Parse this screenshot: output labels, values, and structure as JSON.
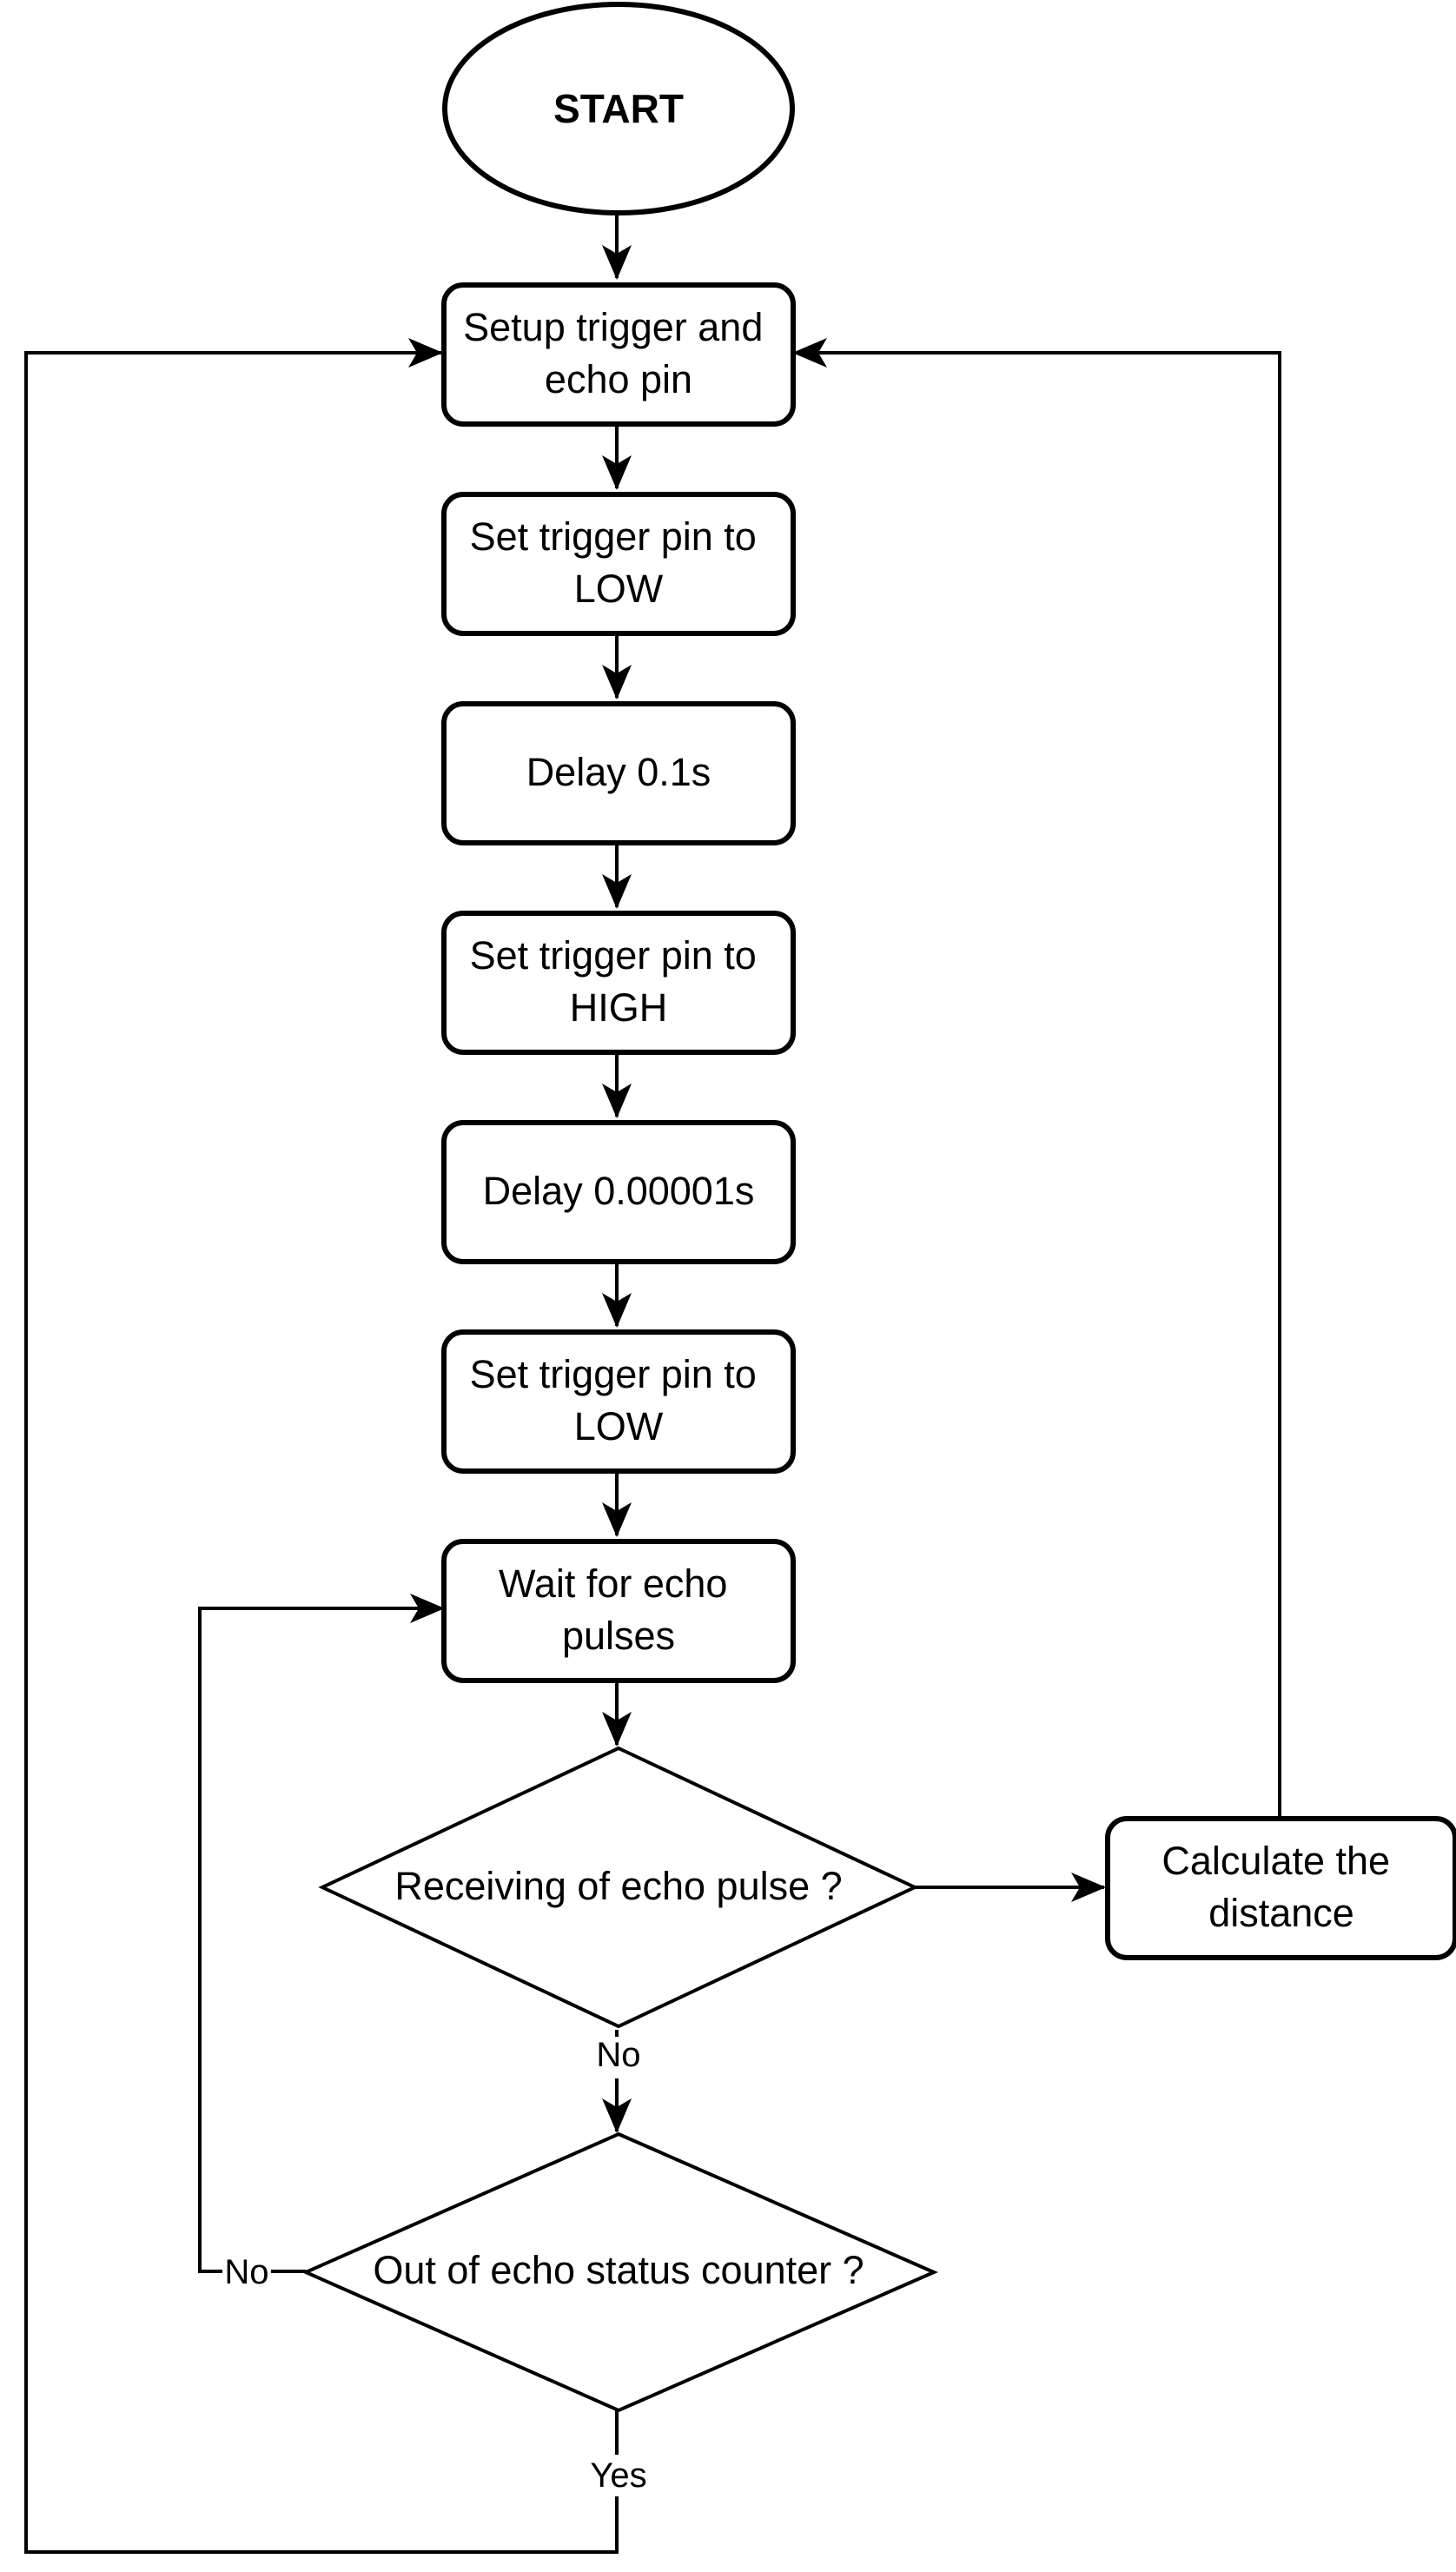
{
  "colors": {
    "stroke": "#000000",
    "background": "#ffffff",
    "text": "#000000"
  },
  "nodes": {
    "start": {
      "label": "START"
    },
    "setup_pins": {
      "lines": [
        "Setup trigger and",
        "echo pin"
      ]
    },
    "trigger_low_1": {
      "lines": [
        "Set trigger pin to",
        "LOW"
      ]
    },
    "delay_1": {
      "lines": [
        "Delay 0.1s"
      ]
    },
    "trigger_high": {
      "lines": [
        "Set trigger pin to",
        "HIGH"
      ]
    },
    "delay_2": {
      "lines": [
        "Delay 0.00001s"
      ]
    },
    "trigger_low_2": {
      "lines": [
        "Set trigger pin to",
        "LOW"
      ]
    },
    "wait_echo": {
      "lines": [
        "Wait for echo",
        "pulses"
      ]
    },
    "decision_receiving": {
      "lines": [
        "Receiving of echo pulse ?"
      ]
    },
    "calculate_distance": {
      "lines": [
        "Calculate the",
        "distance"
      ]
    },
    "decision_counter": {
      "lines": [
        "Out of echo status counter ?"
      ]
    }
  },
  "edges": {
    "receiving_no": {
      "label": "No"
    },
    "counter_no": {
      "label": "No"
    },
    "counter_yes": {
      "label": "Yes"
    }
  }
}
